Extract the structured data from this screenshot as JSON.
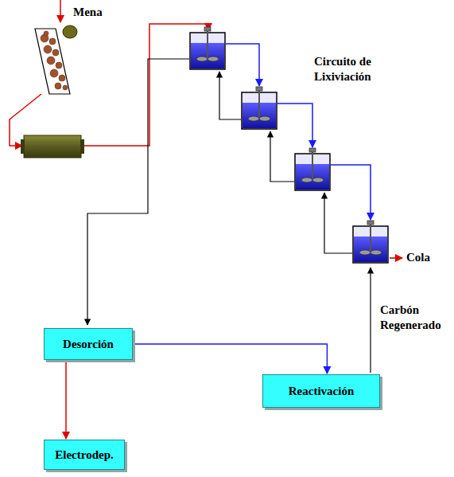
{
  "diagram": {
    "nodes": [
      {
        "text": [
          "Desorción"
        ]
      },
      {
        "text": [
          "Reactivación"
        ]
      },
      {
        "text": [
          "Electrodep."
        ]
      }
    ],
    "edges": [
      {
        "from": 0,
        "to": 1,
        "arrow": "to"
      },
      {
        "from": 0,
        "to": 2,
        "arrow": "to"
      }
    ],
    "labels": [
      "Mena",
      "Circuito de Lixiviación",
      "Cola",
      "Carbón Regenerado"
    ]
  }
}
